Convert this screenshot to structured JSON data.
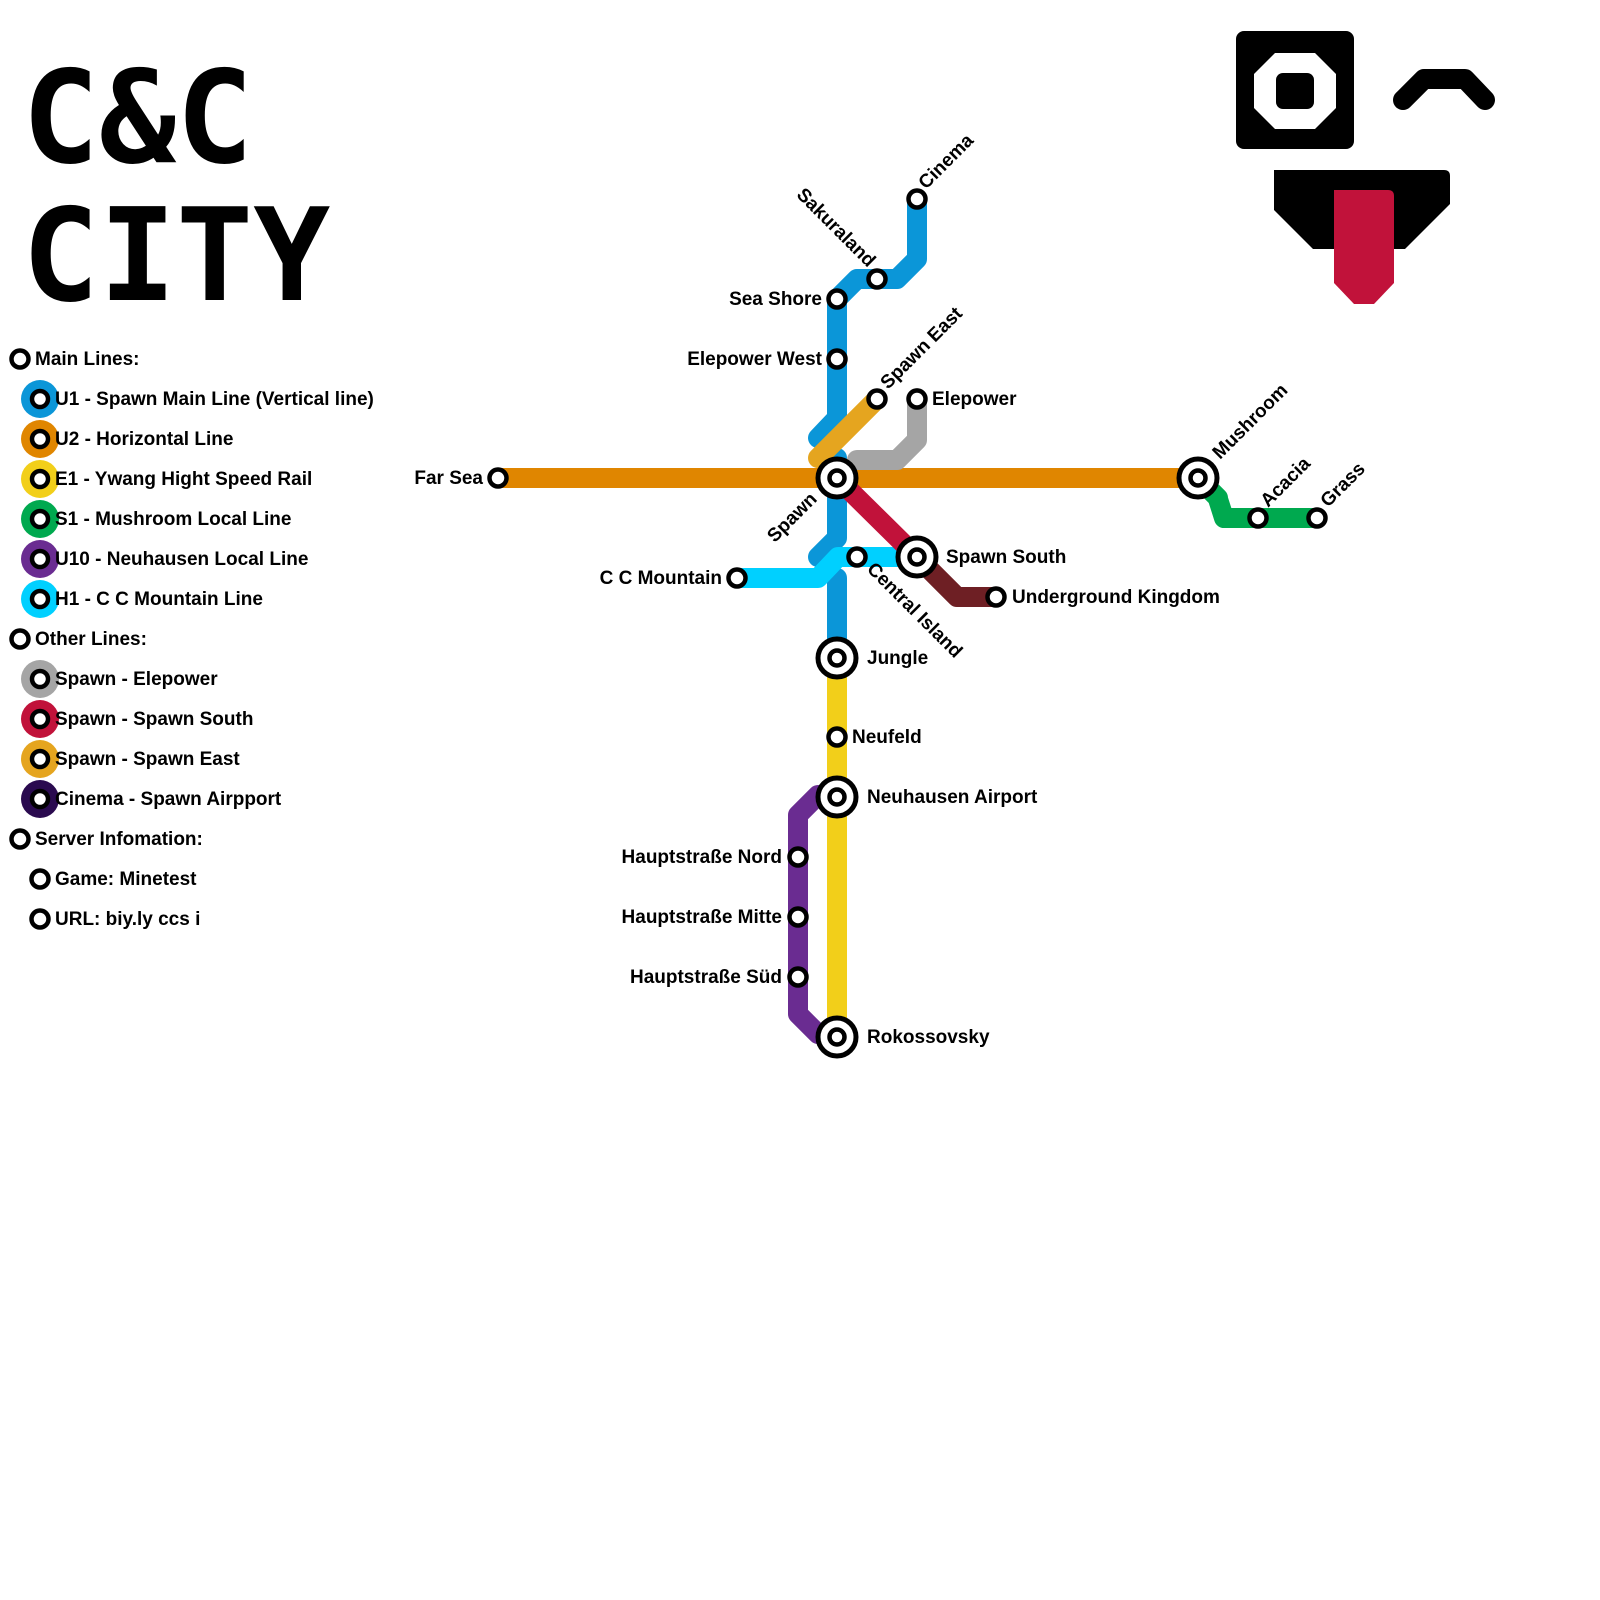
{
  "title": {
    "line1": "C&C",
    "line2": "CITY"
  },
  "legend": {
    "main_header": "Main Lines:",
    "main": [
      {
        "label": "U1 - Spawn Main Line (Vertical line)",
        "color": "#0b96d8"
      },
      {
        "label": "U2 - Horizontal Line",
        "color": "#e08600"
      },
      {
        "label": "E1 - Ywang Hight Speed Rail",
        "color": "#f2cf1a"
      },
      {
        "label": "S1 - Mushroom Local Line",
        "color": "#00a94f"
      },
      {
        "label": "U10 - Neuhausen Local Line",
        "color": "#6a2c91"
      },
      {
        "label": "H1 - C C Mountain Line",
        "color": "#00d0ff"
      }
    ],
    "other_header": "Other Lines:",
    "other": [
      {
        "label": "Spawn - Elepower",
        "color": "#a5a5a5"
      },
      {
        "label": "Spawn - Spawn South",
        "color": "#c1123a"
      },
      {
        "label": "Spawn - Spawn East",
        "color": "#e5a51f"
      },
      {
        "label": "Cinema - Spawn Airpport",
        "color": "#2a0a4f"
      }
    ],
    "server_header": "Server Infomation:",
    "server": [
      {
        "label": "Game: Minetest"
      },
      {
        "label": "URL: biy.ly ccs i"
      }
    ]
  },
  "lines": {
    "u1": "#0b96d8",
    "u2": "#e08600",
    "e1": "#f2cf1a",
    "s1": "#00a94f",
    "u10": "#6a2c91",
    "h1": "#00d0ff",
    "elepower": "#a5a5a5",
    "spawn_south": "#c1123a",
    "spawn_east": "#e5a51f",
    "underground": "#6e1f24"
  },
  "stations": {
    "cinema": "Cinema",
    "sakuraland": "Sakuraland",
    "sea_shore": "Sea Shore",
    "elepower_west": "Elepower West",
    "spawn_east": "Spawn East",
    "elepower": "Elepower",
    "far_sea": "Far Sea",
    "spawn": "Spawn",
    "mushroom": "Mushroom",
    "acacia": "Acacia",
    "grass": "Grass",
    "c_c_mountain": "C C Mountain",
    "central_island": "Central Island",
    "spawn_south": "Spawn South",
    "underground_kingdom": "Underground Kingdom",
    "jungle": "Jungle",
    "neufeld": "Neufeld",
    "neuhausen_airport": "Neuhausen Airport",
    "hauptstrasse_nord": "Hauptstraße Nord",
    "hauptstrasse_mitte": "Hauptstraße Mitte",
    "hauptstrasse_sued": "Hauptstraße Süd",
    "rokossovsky": "Rokossovsky"
  },
  "logo": {
    "tongue_color": "#c1123a"
  }
}
